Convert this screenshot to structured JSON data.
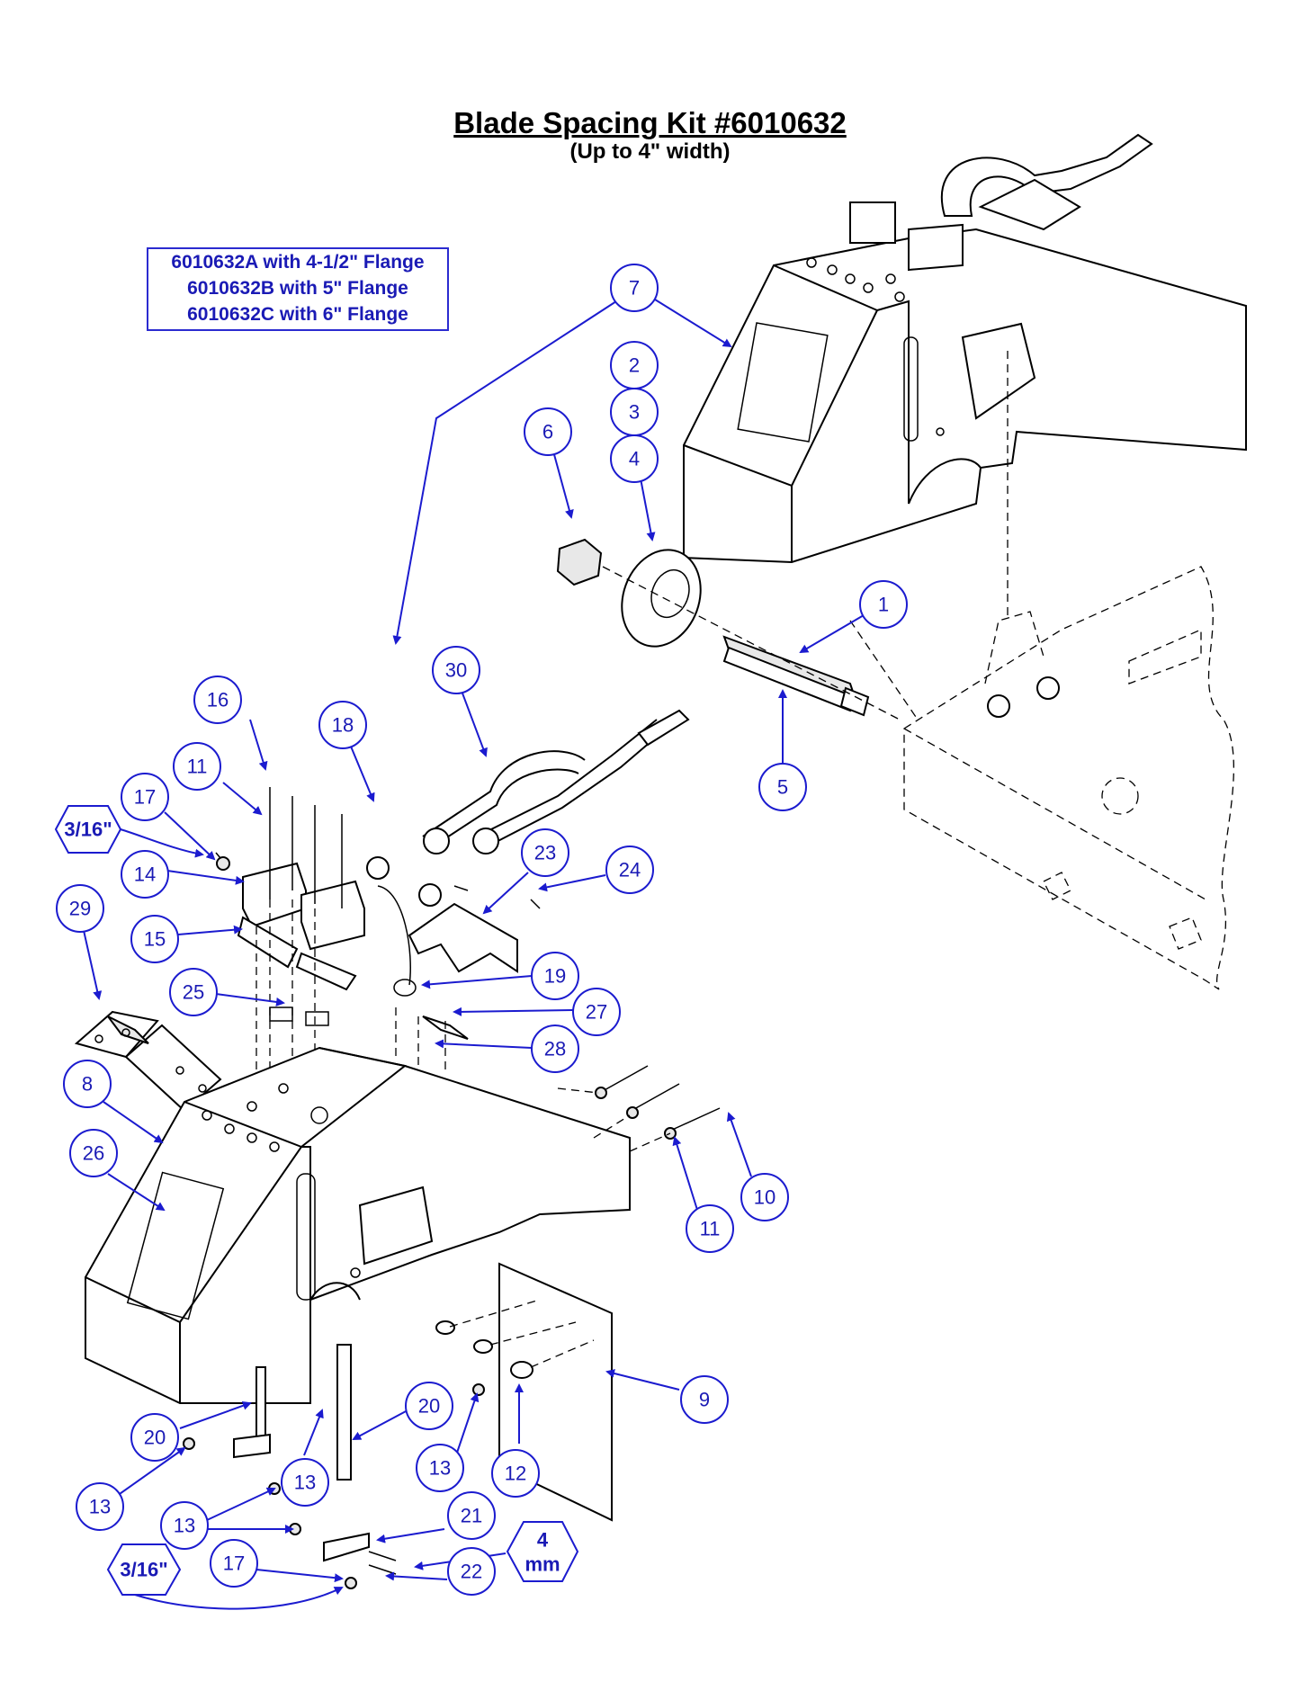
{
  "title": "Blade Spacing Kit #6010632",
  "subtitle": "(Up to 4\" width)",
  "variants": [
    "6010632A with 4-1/2\" Flange",
    "6010632B with 5\" Flange",
    "6010632C with 6\" Flange"
  ],
  "callouts": [
    "7",
    "2",
    "3",
    "4",
    "6",
    "1",
    "5",
    "30",
    "16",
    "18",
    "11",
    "17",
    "14",
    "15",
    "29",
    "23",
    "24",
    "25",
    "19",
    "27",
    "28",
    "8",
    "26",
    "10",
    "11",
    "9",
    "20",
    "20",
    "13",
    "13",
    "12",
    "13",
    "13",
    "21",
    "17",
    "22"
  ],
  "tool_sizes": [
    "3/16\"",
    "3/16\"",
    "4",
    "mm"
  ],
  "colors": {
    "accent": "#1b1bcf",
    "line": "#000000"
  }
}
